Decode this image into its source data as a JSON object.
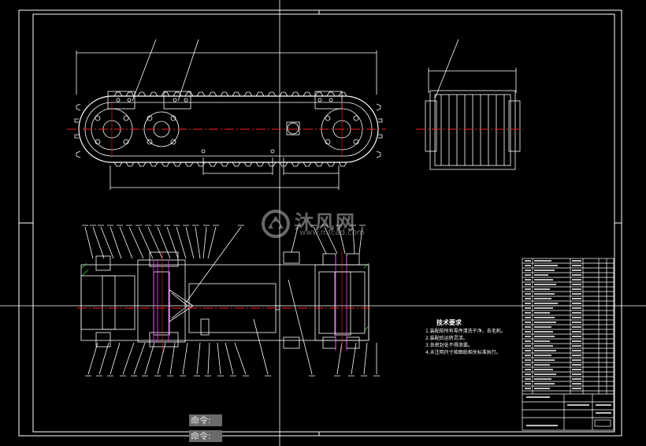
{
  "watermark": {
    "brand_cn": "沐风网",
    "url": "www.mfcad.com"
  },
  "command_line": {
    "prompt_1": "命令:",
    "prompt_2": "命令:"
  },
  "tech_req": {
    "title": "技术要求",
    "lines": [
      "1.装配前所有零件清洗干净，去毛刺。",
      "2.装配后运转灵活。",
      "3.各密封处不得渗漏。",
      "4.未注明尺寸按图纸相关标准执行。"
    ]
  },
  "colors": {
    "line": "#ffffff",
    "center": "#ff2020",
    "magenta": "#ff40ff",
    "green": "#40ff40",
    "bg": "#000000"
  },
  "icons": [
    "watermark-logo-icon"
  ]
}
